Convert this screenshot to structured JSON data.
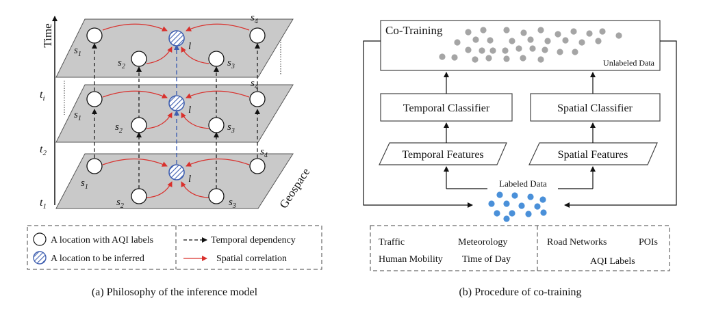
{
  "left_panel": {
    "axis_time_label": "Time",
    "axis_geospace_label": "Geospace",
    "time_ticks": [
      {
        "main": "t",
        "sub": "i"
      },
      {
        "main": "t",
        "sub": "2"
      },
      {
        "main": "t",
        "sub": "1"
      }
    ],
    "station_labels": [
      {
        "main": "s",
        "sub": "1"
      },
      {
        "main": "s",
        "sub": "2"
      },
      {
        "main": "s",
        "sub": "3"
      },
      {
        "main": "s",
        "sub": "4"
      }
    ],
    "target_label": "l",
    "legend": {
      "known_location": "A location with AQI labels",
      "inferred_location": "A location to be inferred",
      "temporal_dependency": "Temporal dependency",
      "spatial_correlation": "Spatial correlation"
    },
    "caption": "(a) Philosophy of the inference model"
  },
  "right_panel": {
    "cotraining_title": "Co-Training",
    "unlabeled_data": "Unlabeled Data",
    "temporal_classifier": "Temporal Classifier",
    "spatial_classifier": "Spatial Classifier",
    "temporal_features": "Temporal Features",
    "spatial_features": "Spatial Features",
    "labeled_data": "Labeled Data",
    "sources_left": {
      "traffic": "Traffic",
      "meteorology": "Meteorology",
      "human_mobility": "Human Mobility",
      "time_of_day": "Time of Day"
    },
    "sources_right": {
      "road_networks": "Road Networks",
      "pois": "POIs",
      "aqi_labels": "AQI Labels"
    },
    "caption": "(b) Procedure of co-training"
  },
  "colors": {
    "plane_fill": "#c9c9c9",
    "spatial_arrow": "#d9302c",
    "target_blue": "#3f5fb0",
    "labeled_dot": "#4a90d9",
    "unlabeled_dot": "#a5a5a5"
  }
}
